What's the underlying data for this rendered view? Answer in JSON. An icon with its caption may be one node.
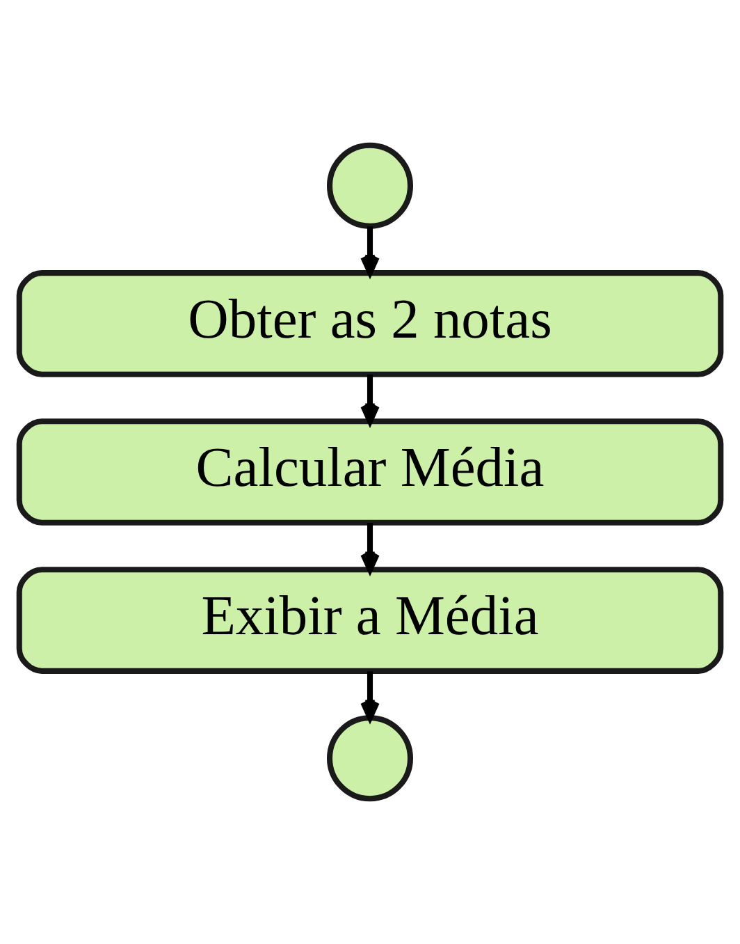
{
  "diagram": {
    "nodes": [
      {
        "text": [],
        "shape": "circle"
      },
      {
        "text": [
          "Obter as 2 notas"
        ]
      },
      {
        "text": [
          "Calcular Média"
        ]
      },
      {
        "text": [
          "Exibir a Média"
        ]
      },
      {
        "text": [],
        "shape": "circle"
      }
    ],
    "edges": [
      {
        "from": 0,
        "to": 1,
        "arrow": "to"
      },
      {
        "from": 1,
        "to": 2,
        "arrow": "to"
      },
      {
        "from": 2,
        "to": 3,
        "arrow": "to"
      },
      {
        "from": 3,
        "to": 4,
        "arrow": "to"
      }
    ]
  }
}
